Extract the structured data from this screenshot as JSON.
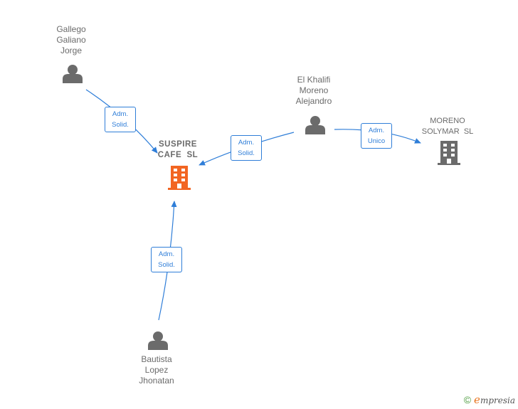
{
  "nodes": {
    "gallego": {
      "lines": [
        "Gallego",
        "Galiano",
        "Jorge"
      ],
      "type": "person"
    },
    "elkhalifi": {
      "lines": [
        "El Khalifi",
        "Moreno",
        "Alejandro"
      ],
      "type": "person"
    },
    "bautista": {
      "lines": [
        "Bautista",
        "Lopez",
        "Jhonatan"
      ],
      "type": "person"
    },
    "suspire": {
      "lines": [
        "SUSPIRE",
        "CAFE  SL"
      ],
      "type": "company",
      "color": "#f26522"
    },
    "moreno": {
      "lines": [
        "MORENO",
        "SOLYMAR  SL"
      ],
      "type": "company",
      "color": "#6b6b6b"
    }
  },
  "edges": {
    "gallego_suspire": {
      "lines": [
        "Adm.",
        "Solid."
      ]
    },
    "elkhalifi_suspire": {
      "lines": [
        "Adm.",
        "Solid."
      ]
    },
    "bautista_suspire": {
      "lines": [
        "Adm.",
        "Solid."
      ]
    },
    "elkhalifi_moreno": {
      "lines": [
        "Adm.",
        "Unico"
      ]
    }
  },
  "colors": {
    "edge": "#2f7ed8",
    "person": "#6b6b6b",
    "focus_company": "#f26522",
    "other_company": "#6b6b6b"
  },
  "footer": {
    "copyright": "©",
    "brand_initial": "e",
    "brand_rest": "mpresia"
  }
}
